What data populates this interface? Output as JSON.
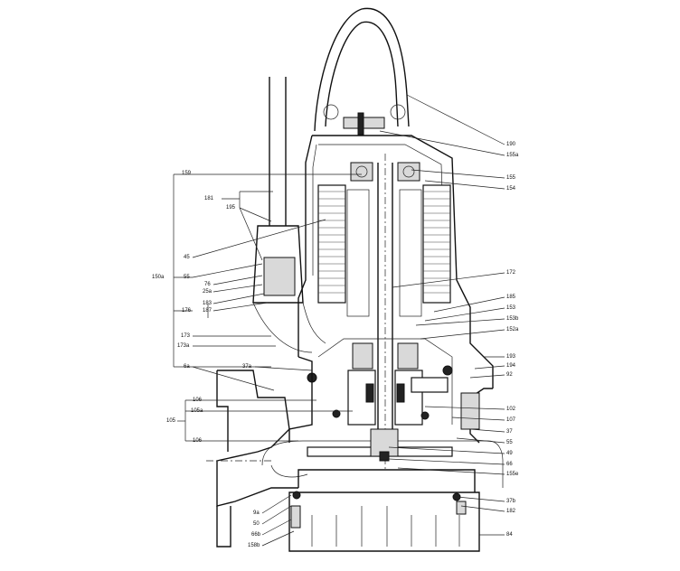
{
  "labels": {
    "l190": "190",
    "l155a_top": "155a",
    "l155": "155",
    "l154": "154",
    "l172": "172",
    "l185": "185",
    "l153": "153",
    "l153b": "153b",
    "l152a": "152a",
    "l193": "193",
    "l194": "194",
    "l92": "92",
    "l102": "102",
    "l107": "107",
    "l37": "37",
    "l55_right": "55",
    "l49": "49",
    "l66": "66",
    "l155e": "155e",
    "l37b": "37b",
    "l182": "182",
    "l84": "84",
    "l159": "159",
    "l181": "181",
    "l195": "195",
    "l45": "45",
    "l150a": "150a",
    "l55_left": "55",
    "l76": "76",
    "l25a": "25a",
    "l176": "176",
    "l183": "183",
    "l187": "187",
    "l173": "173",
    "l173a": "173a",
    "l37a": "37a",
    "l6a": "6a",
    "l105": "105",
    "l106_top": "106",
    "l105a": "105a",
    "l106_bottom": "106",
    "l9a": "9a",
    "l50": "50",
    "l66b": "66b",
    "l158b": "158b"
  }
}
